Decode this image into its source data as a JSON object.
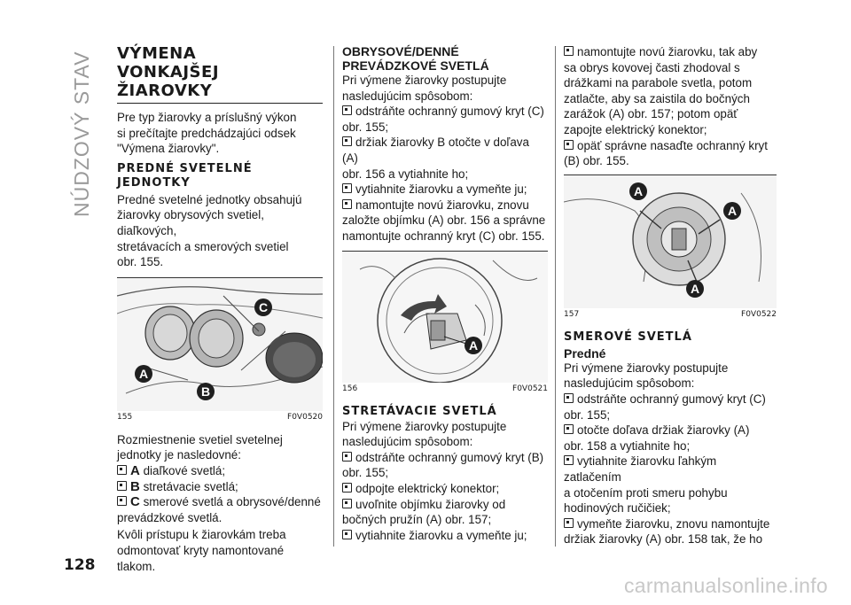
{
  "sidebar": {
    "section_label": "NÚDZOVÝ STAV"
  },
  "page_number": "128",
  "watermark": "carmanualsonline.info",
  "column1": {
    "heading_lines": [
      "VÝMENA",
      "VONKAJŠEJ",
      "ŽIAROVKY"
    ],
    "intro": [
      "Pre typ žiarovky a príslušný výkon",
      "si prečítajte predchádzajúci odsek",
      "\"Výmena žiarovky\"."
    ],
    "subheading_lines": [
      "PREDNÉ SVETELNÉ",
      "JEDNOTKY"
    ],
    "para1": [
      "Predné svetelné jednotky obsahujú",
      "žiarovky obrysových svetiel, diaľkových,",
      "stretávacích a smerových svetiel",
      "obr. 155."
    ],
    "figure": {
      "number": "155",
      "code": "F0V0520",
      "labels": [
        "A",
        "B",
        "C"
      ]
    },
    "para2": [
      "Rozmiestnenie svetiel svetelnej",
      "jednotky je nasledovné:"
    ],
    "list": [
      {
        "letter": "A",
        "text": "diaľkové svetlá;"
      },
      {
        "letter": "B",
        "text": "stretávacie svetlá;"
      },
      {
        "letter": "C",
        "text": "smerové svetlá a obrysové/denné"
      }
    ],
    "list_cont": "prevádzkové svetlá.",
    "para3": [
      "Kvôli prístupu k žiarovkám treba",
      "odmontovať kryty namontované",
      "tlakom."
    ]
  },
  "column2": {
    "heading_lines": [
      "OBRYSOVÉ/DENNÉ",
      "PREVÁDZKOVÉ SVETLÁ"
    ],
    "intro": [
      "Pri výmene žiarovky postupujte",
      "nasledujúcim spôsobom:"
    ],
    "steps": [
      [
        "odstráňte ochranný gumový kryt (C)",
        "obr. 155;"
      ],
      [
        "držiak žiarovky B otočte v doľava (A)",
        "obr. 156 a vytiahnite ho;"
      ],
      [
        "vytiahnite žiarovku a vymeňte ju;"
      ],
      [
        "namontujte novú žiarovku, znovu",
        "založte objímku (A) obr. 156 a správne",
        "namontujte ochranný kryt (C) obr. 155."
      ]
    ],
    "figure": {
      "number": "156",
      "code": "F0V0521",
      "labels": [
        "A"
      ]
    },
    "heading2": "STRETÁVACIE SVETLÁ",
    "intro2": [
      "Pri výmene žiarovky postupujte",
      "nasledujúcim spôsobom:"
    ],
    "steps2": [
      [
        "odstráňte ochranný gumový kryt (B)",
        "obr. 155;"
      ],
      [
        "odpojte elektrický konektor;"
      ],
      [
        "uvoľnite objímku žiarovky od",
        "bočných pružín (A) obr. 157;"
      ],
      [
        "vytiahnite žiarovku a vymeňte ju;"
      ]
    ]
  },
  "column3": {
    "steps": [
      [
        "namontujte novú žiarovku, tak aby",
        "sa obrys kovovej časti zhodoval s",
        "drážkami na parabole svetla, potom",
        "zatlačte, aby sa zaistila do bočných",
        "zarážok (A) obr. 157; potom opäť",
        "zapojte elektrický konektor;"
      ],
      [
        "opäť správne nasaďte ochranný kryt",
        "(B) obr. 155."
      ]
    ],
    "figure": {
      "number": "157",
      "code": "F0V0522",
      "labels": [
        "A",
        "A",
        "A"
      ]
    },
    "heading": "SMEROVÉ SVETLÁ",
    "subheading": "Predné",
    "intro": [
      "Pri výmene žiarovky postupujte",
      "nasledujúcim spôsobom:"
    ],
    "steps2": [
      [
        "odstráňte ochranný gumový kryt (C)",
        "obr. 155;"
      ],
      [
        "otočte doľava držiak žiarovky (A)",
        "obr. 158 a vytiahnite ho;"
      ],
      [
        "vytiahnite žiarovku ľahkým zatlačením",
        "a otočením proti smeru pohybu",
        "hodinových ručičiek;"
      ],
      [
        "vymeňte žiarovku, znovu namontujte",
        "držiak žiarovky (A) obr. 158 tak, že ho"
      ]
    ]
  }
}
